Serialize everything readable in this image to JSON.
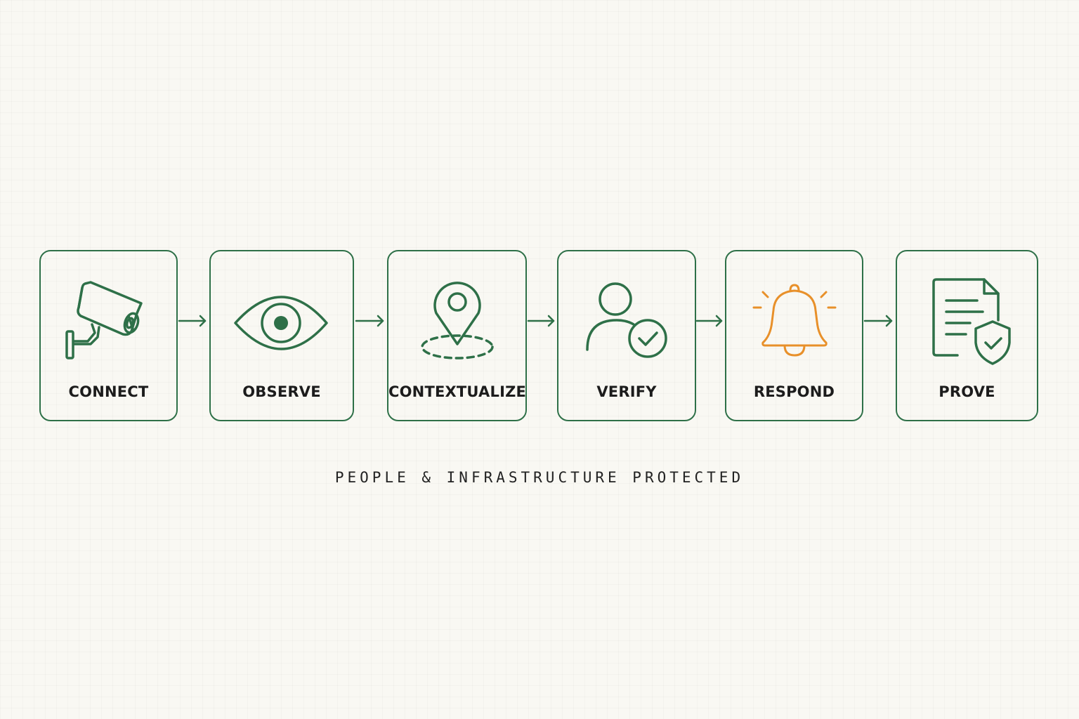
{
  "colors": {
    "accent": "#2e7048",
    "alert": "#e8902a",
    "background": "#f9f8f3",
    "text": "#1c1c1c"
  },
  "steps": [
    {
      "label": "CONNECT",
      "icon": "security-camera-icon"
    },
    {
      "label": "OBSERVE",
      "icon": "eye-icon"
    },
    {
      "label": "CONTEXTUALIZE",
      "icon": "location-pin-icon"
    },
    {
      "label": "VERIFY",
      "icon": "user-check-icon"
    },
    {
      "label": "RESPOND",
      "icon": "bell-icon"
    },
    {
      "label": "PROVE",
      "icon": "document-shield-icon"
    }
  ],
  "footer": {
    "text": "PEOPLE & INFRASTRUCTURE PROTECTED"
  }
}
